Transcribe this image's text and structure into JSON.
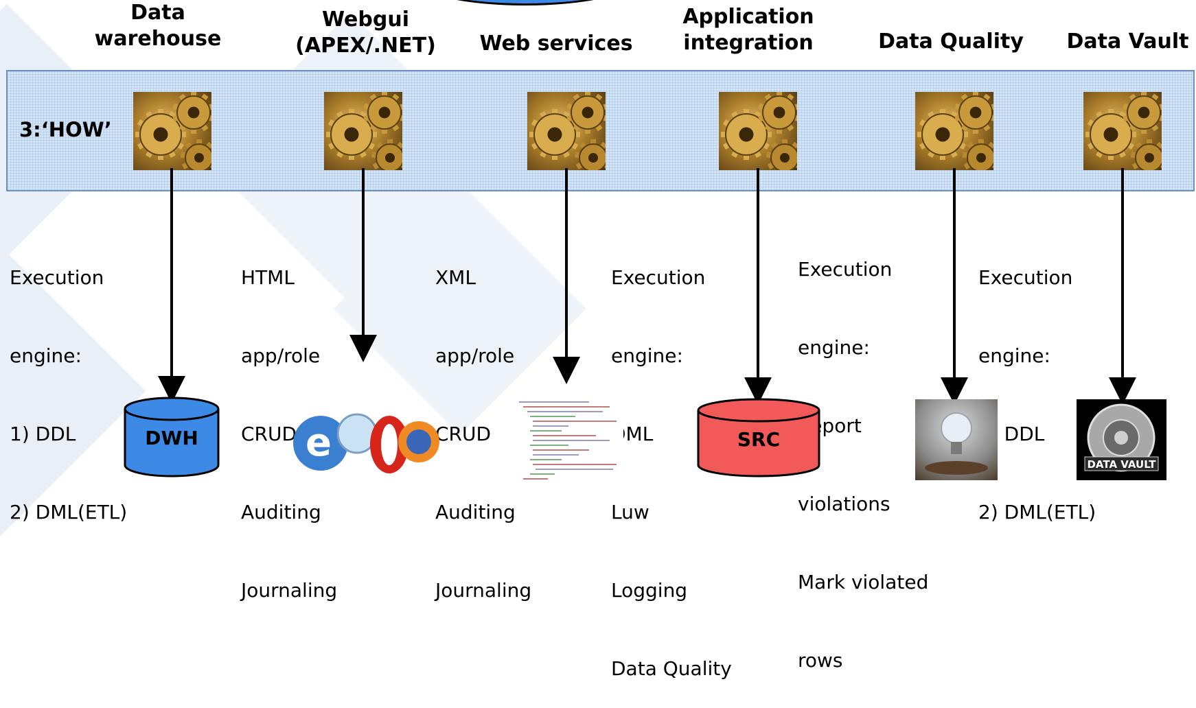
{
  "columns": [
    {
      "heading": [
        "Data",
        "warehouse"
      ],
      "desc": [
        "Execution",
        "engine:",
        "1) DDL",
        "2) DML(ETL)"
      ],
      "target": {
        "kind": "cylinder",
        "label": "DWH",
        "color": "#3d8ae6"
      }
    },
    {
      "heading": [
        "Webgui",
        "(APEX/.NET)"
      ],
      "desc": [
        "HTML",
        "app/role",
        "CRUD",
        "Auditing",
        "Journaling"
      ],
      "target": {
        "kind": "browser-logos-icon"
      }
    },
    {
      "heading": [
        "Web services"
      ],
      "desc": [
        "XML",
        "app/role",
        "CRUD",
        "Auditing",
        "Journaling"
      ],
      "target": {
        "kind": "xml-document-icon"
      }
    },
    {
      "heading": [
        "Application",
        "integration"
      ],
      "desc": [
        "Execution",
        "engine:",
        "DML",
        "Luw",
        "Logging",
        "Data Quality"
      ],
      "target": {
        "kind": "cylinder",
        "label": "SRC",
        "color": "#f25a5a"
      }
    },
    {
      "heading": [
        "Data Quality"
      ],
      "desc": [
        "Execution",
        "engine:",
        "Report",
        "violations",
        "Mark violated",
        "rows"
      ],
      "target": {
        "kind": "lightbulb-icon"
      }
    },
    {
      "heading": [
        "Data Vault"
      ],
      "desc": [
        "Execution",
        "engine:",
        "1) DDL",
        "2) DML(ETL)"
      ],
      "target": {
        "kind": "data-vault-icon",
        "text": "DATA VAULT"
      }
    }
  ],
  "band": {
    "label": "3:‘HOW’",
    "gear_icon": "gears-icon",
    "color": "#d4e5f7"
  }
}
